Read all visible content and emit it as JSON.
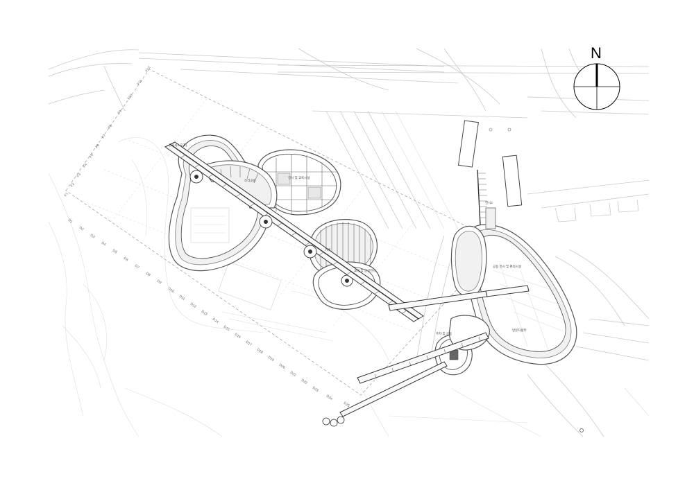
{
  "north": {
    "label": "N"
  },
  "labels": {
    "a": "전시1(스포츠)",
    "b": "조각공원",
    "c": "전시 및 교육시설",
    "d": "카페",
    "e": "교육 및 상설전시",
    "f": "공용 전시 및 편의시설",
    "g": "방문자센터",
    "h": "주차 및 공용",
    "i": "전시2"
  },
  "axis_left": [
    "F1",
    "F2",
    "F3",
    "F4",
    "F5",
    "F6",
    "F7",
    "F8",
    "F9",
    "F10",
    "F11",
    "F12"
  ],
  "axis_bottom": [
    "D1",
    "D2",
    "D3",
    "D4",
    "D5",
    "D6",
    "D7",
    "D8",
    "D9",
    "D10",
    "D11",
    "D12",
    "D13",
    "D14",
    "D15",
    "D16",
    "D17",
    "D18",
    "D19",
    "D20",
    "D21",
    "D22",
    "D23",
    "D24",
    "D25"
  ]
}
